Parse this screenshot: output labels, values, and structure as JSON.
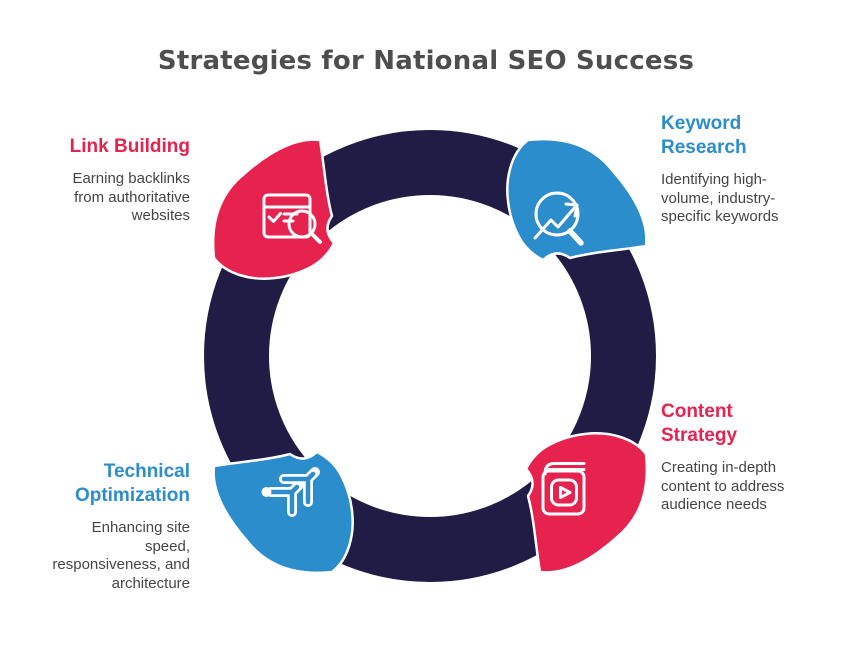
{
  "title": "Strategies for National SEO Success",
  "colors": {
    "navy": "#201c45",
    "red": "#e6224f",
    "blue": "#2b8dcb",
    "white_outline": "#ffffff",
    "title_text": "#4e4e4e",
    "body_text": "#454545"
  },
  "sections": [
    {
      "id": "link-building",
      "label": "Link Building",
      "description": "Earning backlinks from authoritative websites",
      "color": "#e6224f",
      "icon": "site-audit-icon",
      "position": "top-left"
    },
    {
      "id": "keyword-research",
      "label": "Keyword Research",
      "description": "Identifying high-volume, industry-specific keywords",
      "color": "#2b8dcb",
      "icon": "search-trend-icon",
      "position": "top-right"
    },
    {
      "id": "content-strategy",
      "label": "Content Strategy",
      "description": "Creating in-depth content to address audience needs",
      "color": "#e6224f",
      "icon": "video-book-icon",
      "position": "bottom-right"
    },
    {
      "id": "technical-optimization",
      "label": "Technical Optimization",
      "description": "Enhancing site speed, responsiveness, and architecture",
      "color": "#2b8dcb",
      "icon": "growth-arrows-icon",
      "position": "bottom-left"
    }
  ]
}
